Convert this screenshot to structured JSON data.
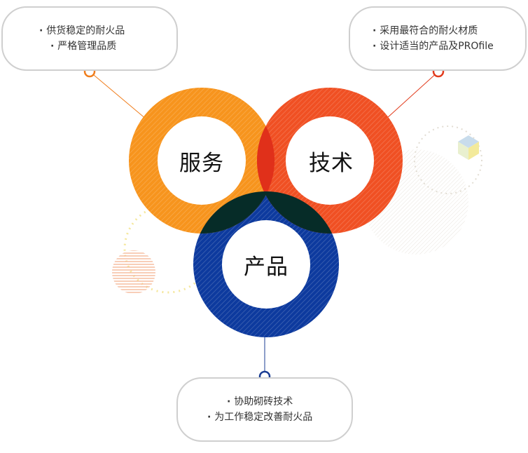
{
  "circles": {
    "service": {
      "label": "服务",
      "color": "#f7941d"
    },
    "tech": {
      "label": "技术",
      "color": "#f05023"
    },
    "product": {
      "label": "产品",
      "color": "#0d3a9e"
    }
  },
  "callouts": {
    "service": {
      "lines": [
        "供货稳定的耐火品",
        "严格管理品质"
      ],
      "dot_color": "#f07d1c"
    },
    "tech": {
      "lines": [
        "采用最符合的耐火材质",
        "设计适当的产品及PROfile"
      ],
      "dot_color": "#e23b1c"
    },
    "product": {
      "lines": [
        "协助砌砖技术",
        "为工作稳定改善耐火品"
      ],
      "dot_color": "#1b3d93"
    }
  },
  "colors": {
    "overlap": "#062c28",
    "callout_border": "#cfcfcf",
    "decor_yellow": "#f5e79c",
    "decor_peach": "#f7c9b2",
    "decor_gray": "#e7e2da"
  }
}
